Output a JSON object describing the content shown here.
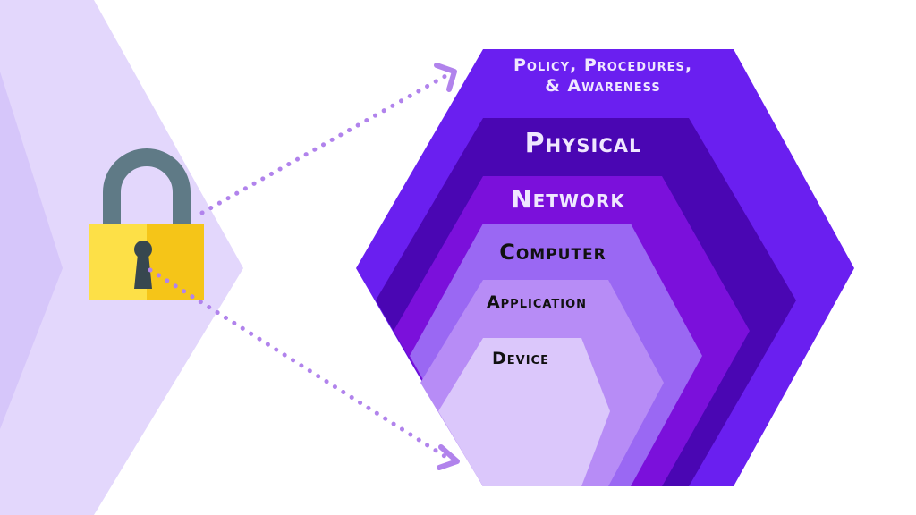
{
  "layers": [
    {
      "id": "policy",
      "label_line1": "Policy, Procedures,",
      "label_line2": "& Awareness",
      "color": "#6a1ff0",
      "text_color": "#efe7ff"
    },
    {
      "id": "physical",
      "label": "Physical",
      "color": "#4a06b3",
      "text_color": "#efe7ff"
    },
    {
      "id": "network",
      "label": "Network",
      "color": "#7b10db",
      "text_color": "#efe7ff"
    },
    {
      "id": "computer",
      "label": "Computer",
      "color": "#9a68f3",
      "text_color": "#111111"
    },
    {
      "id": "application",
      "label": "Application",
      "color": "#b78cf6",
      "text_color": "#111111"
    },
    {
      "id": "device",
      "label": "Device",
      "color": "#dbc7fb",
      "text_color": "#111111"
    }
  ],
  "colors": {
    "background": "#ffffff",
    "chevron_light": "#e3d7fc",
    "chevron_mid": "#d6c6fa",
    "dotted_arrow": "#b183ec",
    "lock_body": "#fde047",
    "lock_body_shade": "#f5c518",
    "lock_shackle": "#5f7a86",
    "lock_keyhole": "#37474f"
  },
  "icons": [
    "padlock-icon",
    "arrow-head-icon"
  ]
}
